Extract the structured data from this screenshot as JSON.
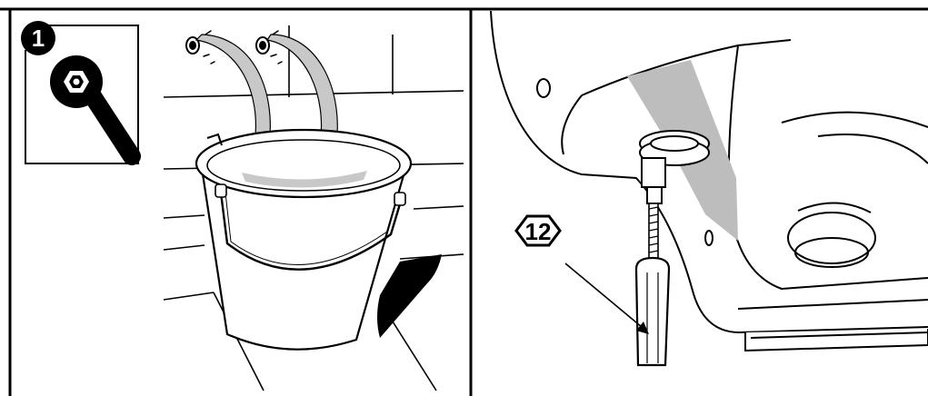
{
  "panels": [
    {
      "step_number": "1",
      "icon": "wrench-icon",
      "depicts": [
        "hose-ends",
        "water-stream",
        "bucket"
      ]
    },
    {
      "tool_size_label": "12",
      "icon": "hex-socket-badge",
      "depicts": [
        "hose-clamp",
        "hex-socket-screwdriver",
        "tub-interior",
        "rim-bracket"
      ]
    }
  ],
  "colors": {
    "line": "#000000",
    "background": "#ffffff",
    "shadow": "#000000",
    "grey_fill": "#bdbdbd",
    "water": "#c8c8c8"
  }
}
